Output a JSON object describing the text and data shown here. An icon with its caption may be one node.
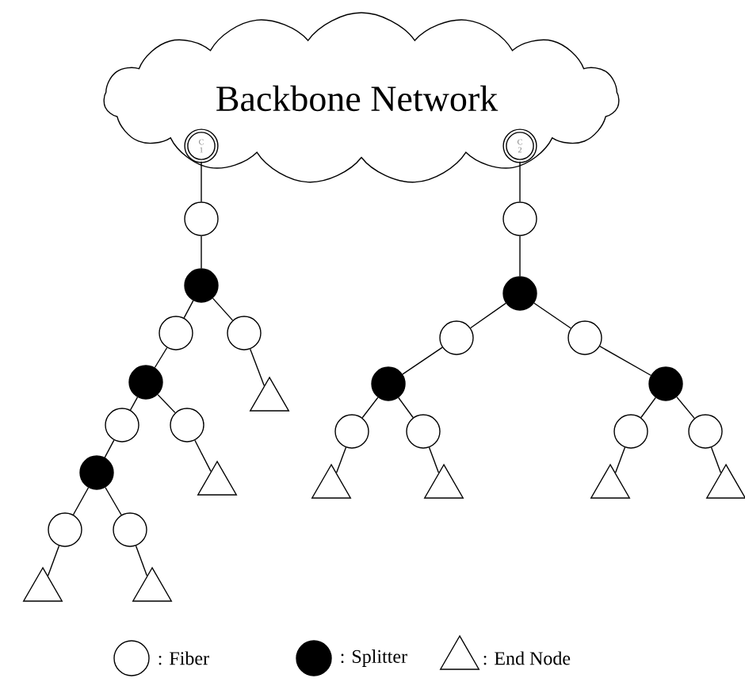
{
  "diagram": {
    "nodes": [
      {
        "text": [
          "Backbone Network"
        ]
      },
      {
        "text": [
          "C 1"
        ],
        "in": 0
      },
      {
        "text": [
          "C 2"
        ],
        "in": 0
      },
      {
        "text": [],
        "shape": "circle"
      },
      {
        "text": [],
        "shape": "dot"
      },
      {
        "text": [],
        "shape": "circle"
      },
      {
        "text": [],
        "shape": "circle"
      },
      {
        "text": [],
        "shape": "dot"
      },
      {
        "text": [],
        "shape": "triangle"
      },
      {
        "text": [],
        "shape": "circle"
      },
      {
        "text": [],
        "shape": "circle"
      },
      {
        "text": [],
        "shape": "dot"
      },
      {
        "text": [],
        "shape": "triangle"
      },
      {
        "text": [],
        "shape": "circle"
      },
      {
        "text": [],
        "shape": "circle"
      },
      {
        "text": [],
        "shape": "triangle"
      },
      {
        "text": [],
        "shape": "triangle"
      },
      {
        "text": [],
        "shape": "circle"
      },
      {
        "text": [],
        "shape": "dot"
      },
      {
        "text": [],
        "shape": "circle"
      },
      {
        "text": [],
        "shape": "circle"
      },
      {
        "text": [],
        "shape": "dot"
      },
      {
        "text": [],
        "shape": "dot"
      },
      {
        "text": [],
        "shape": "circle"
      },
      {
        "text": [],
        "shape": "circle"
      },
      {
        "text": [],
        "shape": "circle"
      },
      {
        "text": [],
        "shape": "circle"
      },
      {
        "text": [],
        "shape": "triangle"
      },
      {
        "text": [],
        "shape": "triangle"
      },
      {
        "text": [],
        "shape": "triangle"
      },
      {
        "text": [],
        "shape": "triangle"
      }
    ],
    "edges": [
      {
        "from": 1,
        "to": 3,
        "arrow": "none"
      },
      {
        "from": 3,
        "to": 4,
        "arrow": "none"
      },
      {
        "from": 4,
        "to": 5,
        "arrow": "none"
      },
      {
        "from": 4,
        "to": 6,
        "arrow": "none"
      },
      {
        "from": 6,
        "to": 8,
        "arrow": "none"
      },
      {
        "from": 5,
        "to": 7,
        "arrow": "none"
      },
      {
        "from": 7,
        "to": 9,
        "arrow": "none"
      },
      {
        "from": 7,
        "to": 10,
        "arrow": "none"
      },
      {
        "from": 10,
        "to": 12,
        "arrow": "none"
      },
      {
        "from": 9,
        "to": 11,
        "arrow": "none"
      },
      {
        "from": 11,
        "to": 13,
        "arrow": "none"
      },
      {
        "from": 11,
        "to": 14,
        "arrow": "none"
      },
      {
        "from": 13,
        "to": 15,
        "arrow": "none"
      },
      {
        "from": 14,
        "to": 16,
        "arrow": "none"
      },
      {
        "from": 2,
        "to": 17,
        "arrow": "none"
      },
      {
        "from": 17,
        "to": 18,
        "arrow": "none"
      },
      {
        "from": 18,
        "to": 19,
        "arrow": "none"
      },
      {
        "from": 18,
        "to": 20,
        "arrow": "none"
      },
      {
        "from": 19,
        "to": 21,
        "arrow": "none"
      },
      {
        "from": 20,
        "to": 22,
        "arrow": "none"
      },
      {
        "from": 21,
        "to": 23,
        "arrow": "none"
      },
      {
        "from": 21,
        "to": 24,
        "arrow": "none"
      },
      {
        "from": 22,
        "to": 25,
        "arrow": "none"
      },
      {
        "from": 22,
        "to": 26,
        "arrow": "none"
      },
      {
        "from": 23,
        "to": 27,
        "arrow": "none"
      },
      {
        "from": 24,
        "to": 28,
        "arrow": "none"
      },
      {
        "from": 25,
        "to": 29,
        "arrow": "none"
      },
      {
        "from": 26,
        "to": 30,
        "arrow": "none"
      }
    ],
    "legend": [
      {
        "text": ": Fiber"
      },
      {
        "text": ": Splitter"
      },
      {
        "text": ": End Node"
      }
    ]
  }
}
